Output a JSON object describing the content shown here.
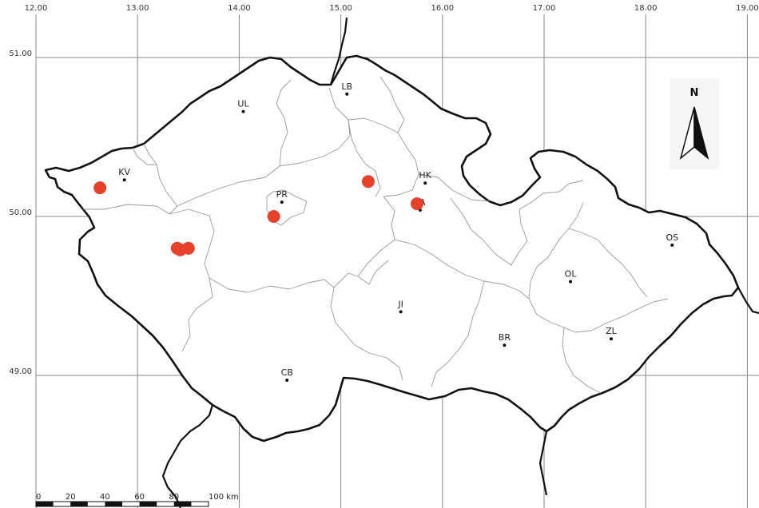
{
  "axes": {
    "x_ticks": [
      "12.00",
      "13.00",
      "14.00",
      "15.00",
      "16.00",
      "17.00",
      "18.00",
      "19.00"
    ],
    "y_ticks": [
      "51.00",
      "50.00",
      "49.00"
    ]
  },
  "cities": [
    {
      "code": "KV",
      "lon": 12.87,
      "lat": 50.23
    },
    {
      "code": "UL",
      "lon": 14.04,
      "lat": 50.66
    },
    {
      "code": "LB",
      "lon": 15.06,
      "lat": 50.77
    },
    {
      "code": "PR",
      "lon": 14.42,
      "lat": 50.09
    },
    {
      "code": "HK",
      "lon": 15.83,
      "lat": 50.21
    },
    {
      "code": "PA",
      "lon": 15.78,
      "lat": 50.04
    },
    {
      "code": "OS",
      "lon": 18.26,
      "lat": 49.82
    },
    {
      "code": "OL",
      "lon": 17.26,
      "lat": 49.59
    },
    {
      "code": "JI",
      "lon": 15.59,
      "lat": 49.4
    },
    {
      "code": "BR",
      "lon": 16.61,
      "lat": 49.19
    },
    {
      "code": "ZL",
      "lon": 17.66,
      "lat": 49.23
    },
    {
      "code": "CB",
      "lon": 14.47,
      "lat": 48.97
    }
  ],
  "sites": [
    {
      "lon": 12.63,
      "lat": 50.18
    },
    {
      "lon": 13.39,
      "lat": 49.8
    },
    {
      "lon": 13.42,
      "lat": 49.79
    },
    {
      "lon": 13.5,
      "lat": 49.8
    },
    {
      "lon": 14.34,
      "lat": 50.0
    },
    {
      "lon": 15.27,
      "lat": 50.22
    },
    {
      "lon": 15.75,
      "lat": 50.08
    }
  ],
  "site_color": "#e8412a",
  "north_arrow": {
    "label": "N",
    "icon": "north-arrow-icon"
  },
  "scale_bar": {
    "labels": [
      "0",
      "20",
      "40",
      "60",
      "80",
      "100 km"
    ]
  }
}
